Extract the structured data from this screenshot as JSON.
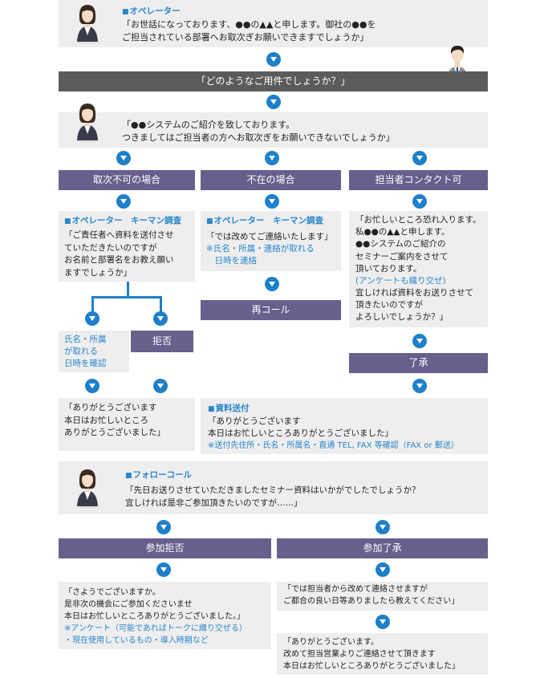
{
  "operator_block": {
    "label": "オペレーター",
    "text": "「お世話になっております、●●の▲▲と申します。御社の●●を\nご担当されている部署へお取次ぎお願いできますでしょうか」"
  },
  "question_bar": "「どのようなご用件でしょうか？」",
  "intro_block": {
    "text": "「●●システムのご紹介を致しております。\nつきましてはご担当者の方へお取次ぎをお願いできないでしょうか」"
  },
  "branches": {
    "left": {
      "title": "取次不可の場合"
    },
    "middle": {
      "title": "不在の場合"
    },
    "right": {
      "title": "担当者コンタクト可"
    }
  },
  "left_box": {
    "label": "オペレーター　キーマン調査",
    "text": "「ご責任者へ資料を送付させ\nていただきたいのですが\nお名前と部署名をお教え願い\nますでしょうか」"
  },
  "left_sub": {
    "confirm_text": "氏名・所属\nが取れる\n日時を確認",
    "refuse": "拒否"
  },
  "left_final": "「ありがとうございます\n本日はお忙しいところ\nありがとうございました」",
  "middle_box": {
    "label": "オペレーター　キーマン調査",
    "text": "「では改めてご連絡いたします」",
    "note": "※氏名・所属・連絡が取れる\n　日時を連絡"
  },
  "recall": "再コール",
  "right_box": {
    "text1": "「お忙しいところ恐れ入ります。\n私●●の▲▲と申します。\n●●システムのご紹介の\nセミナーご案内をさせて\n頂いております。",
    "highlight": "(アンケートも織り交ぜ)",
    "text2": "宜しければ資料をお送りさせて\n頂きたいのですが\nよろしいでしょうか？」"
  },
  "accept": "了承",
  "material_box": {
    "label": "資料送付",
    "text": "「ありがとうございます\n本日はお忙しいところありがとうございました」",
    "note": "※送付先住所・氏名・所属名・直通 TEL, FAX 等確認（FAX or 郵送）"
  },
  "follow_block": {
    "label": "フォローコール",
    "text": "「先日お送りさせていただきましたセミナー資料はいかがでしたでしょうか？\n宜しければ是非ご参加頂きたいのですが……」"
  },
  "participation": {
    "decline_title": "参加拒否",
    "accept_title": "参加了承"
  },
  "decline_box": {
    "text": "「さようでございますか。\n是非次の機会にご参加くださいませ\n本日はお忙しいところありがとうございました。」",
    "note": "※アンケート（可能であればトークに織り交ぜる）\n・現在使用しているもの・導入時期など"
  },
  "accept_box1": "「では担当者から改めて連絡させますが\nご都合の良い日等ありましたら教えてください」",
  "accept_box2": "「ありがとうございます。\n改めて担当営業よりご連絡させて頂きます\n本日はお忙しいところありがとうございました」",
  "colors": {
    "bar": "#675f8c",
    "dark_bar": "#5b5b5b",
    "box": "#eeeeef",
    "arrow": "#1f80c9",
    "accent_text": "#2a86c8"
  }
}
